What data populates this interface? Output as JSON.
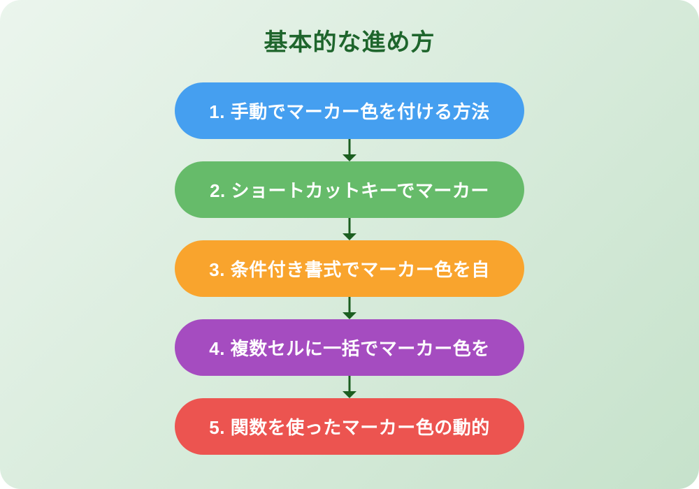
{
  "page": {
    "title": "基本的な進め方",
    "title_color": "#1e652c",
    "arrow_color": "#1b5e20",
    "background_gradient": [
      "#ebf5ed",
      "#c6e2cb"
    ]
  },
  "steps": [
    {
      "label": "1. 手動でマーカー色を付ける方法",
      "color": "#459ff0"
    },
    {
      "label": "2. ショートカットキーでマーカー",
      "color": "#66bb6a"
    },
    {
      "label": "3. 条件付き書式でマーカー色を自",
      "color": "#f9a42d"
    },
    {
      "label": "4. 複数セルに一括でマーカー色を",
      "color": "#a54cc0"
    },
    {
      "label": "5. 関数を使ったマーカー色の動的",
      "color": "#ec5450"
    }
  ]
}
